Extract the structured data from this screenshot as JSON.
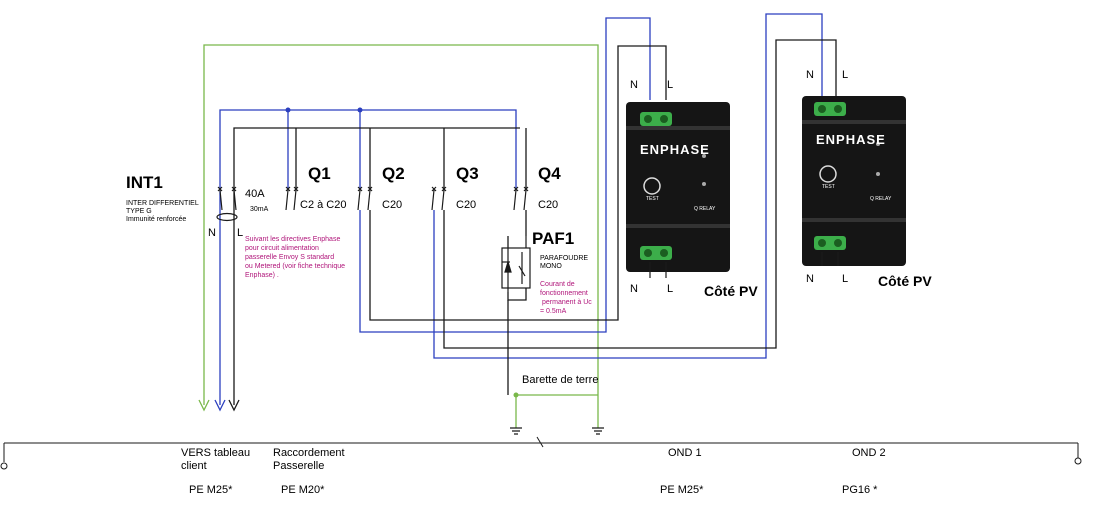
{
  "colors": {
    "green_wire": "#79b84a",
    "blue_wire": "#2b3fbf",
    "black_wire": "#1a1a1a",
    "magenta_note": "#b0157a",
    "relay_body": "#151515",
    "relay_green": "#3cae4a"
  },
  "int1": {
    "title": "INT1",
    "line1": "INTER DIFFERENTIEL",
    "line2": "TYPE G",
    "line3": "Immunité renforcée",
    "rating": "40A",
    "sensitivity": "30mA",
    "label_n": "N",
    "label_l": "L"
  },
  "breakers": [
    {
      "name": "Q1",
      "rating": "C2 à C20"
    },
    {
      "name": "Q2",
      "rating": "C20"
    },
    {
      "name": "Q3",
      "rating": "C20"
    },
    {
      "name": "Q4",
      "rating": "C20"
    }
  ],
  "note_enphase": [
    "Suivant les directives Enphase",
    "pour circuit alimentation",
    "passerelle Envoy S standard",
    "ou Metered (voir fiche technique",
    "Enphase) ."
  ],
  "paf1": {
    "title": "PAF1",
    "line1": "PARAFOUDRE",
    "line2": "MONO",
    "note": [
      "Courant de",
      "fonctionnement",
      "permanent à Uc",
      "= 0.5mA"
    ]
  },
  "relays": [
    {
      "brand": "ENPHASE",
      "test": "TEST",
      "model": "Q RELAY",
      "top_n": "N",
      "top_l": "L",
      "bot_n": "N",
      "bot_l": "L",
      "side": "Côté PV"
    },
    {
      "brand": "ENPHASE",
      "test": "TEST",
      "model": "Q RELAY",
      "top_n": "N",
      "top_l": "L",
      "bot_n": "N",
      "bot_l": "L",
      "side": "Côté PV"
    }
  ],
  "earth_bar": "Barette de terre",
  "bottom_labels": [
    {
      "line1": "VERS tableau",
      "line2": "client",
      "gland": "PE M25*"
    },
    {
      "line1": "Raccordement",
      "line2": "Passerelle",
      "gland": "PE M20*"
    },
    {
      "line1": "OND 1",
      "line2": "",
      "gland": "PE M25*"
    },
    {
      "line1": "OND 2",
      "line2": "",
      "gland": "PG16 *"
    }
  ]
}
